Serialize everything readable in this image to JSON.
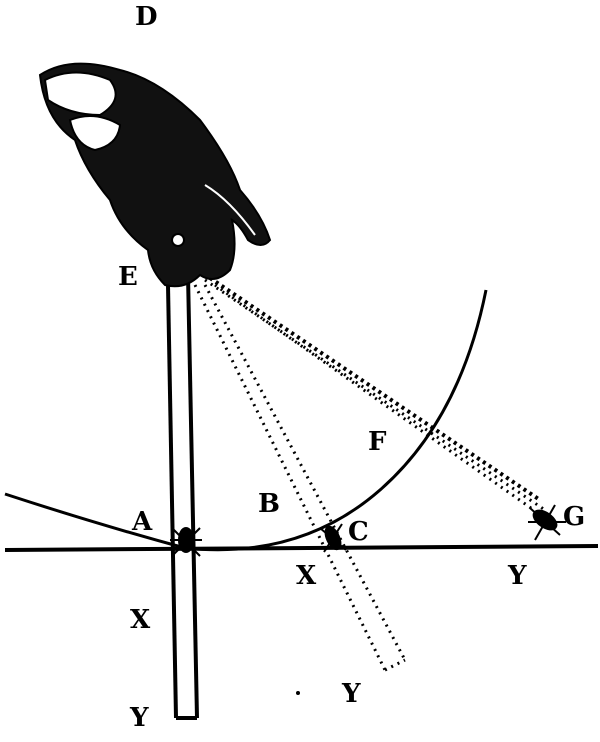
{
  "figure": {
    "labels": {
      "D": "D",
      "E": "E",
      "A": "A",
      "B": "B",
      "C": "C",
      "F": "F",
      "G": "G",
      "X_left": "X",
      "Y_left": "Y",
      "X_mid": "X",
      "Y_mid": "Y",
      "Y_right": "Y"
    },
    "ink_color": "#000000",
    "paper_color": "#ffffff"
  }
}
